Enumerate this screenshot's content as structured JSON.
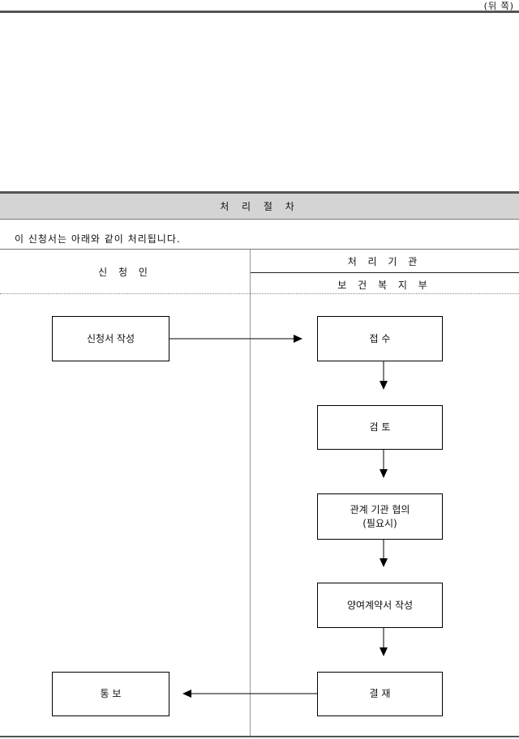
{
  "page": {
    "back_label": "(뒤 쪽)"
  },
  "section": {
    "title": "처 리 절 차"
  },
  "intro": "이 신청서는 아래와 같이 처리됩니다.",
  "table": {
    "applicant_header": "신 청 인",
    "agency_header": "처 리 기 관",
    "agency_name": "보 건 복 지 부"
  },
  "flow": {
    "write_application": "신청서 작성",
    "receipt": "접 수",
    "review": "검 토",
    "consultation": "관계 기관 협의\n(필요시)",
    "contract": "양여계약서 작성",
    "approval": "결 재",
    "notification": "통 보"
  }
}
